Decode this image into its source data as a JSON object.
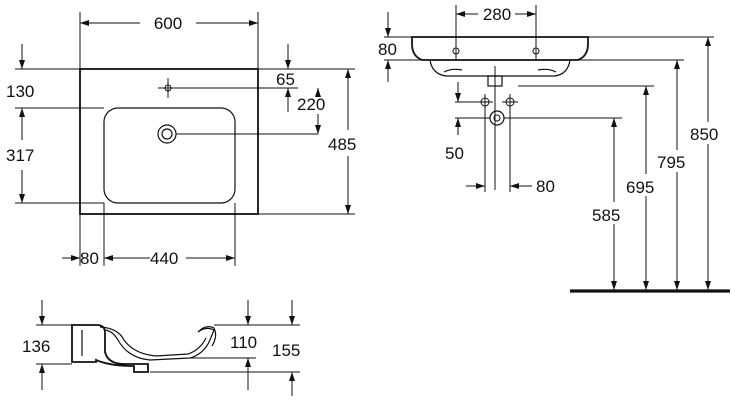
{
  "drawing": {
    "top_view": {
      "width": "600",
      "tap_hole_offset": "65",
      "tap_to_waste": "220",
      "back_to_tap": "130",
      "bowl_depth": "317",
      "depth": "485",
      "side_margin": "80",
      "bowl_width": "440"
    },
    "front_view": {
      "tap_spacing": "280",
      "rim_thickness": "80",
      "waste_offset_vertical": "50",
      "waste_offset_horizontal": "80",
      "height_585": "585",
      "height_695": "695",
      "height_795": "795",
      "height_850": "850"
    },
    "side_view": {
      "height_136": "136",
      "height_110": "110",
      "height_155": "155"
    }
  }
}
